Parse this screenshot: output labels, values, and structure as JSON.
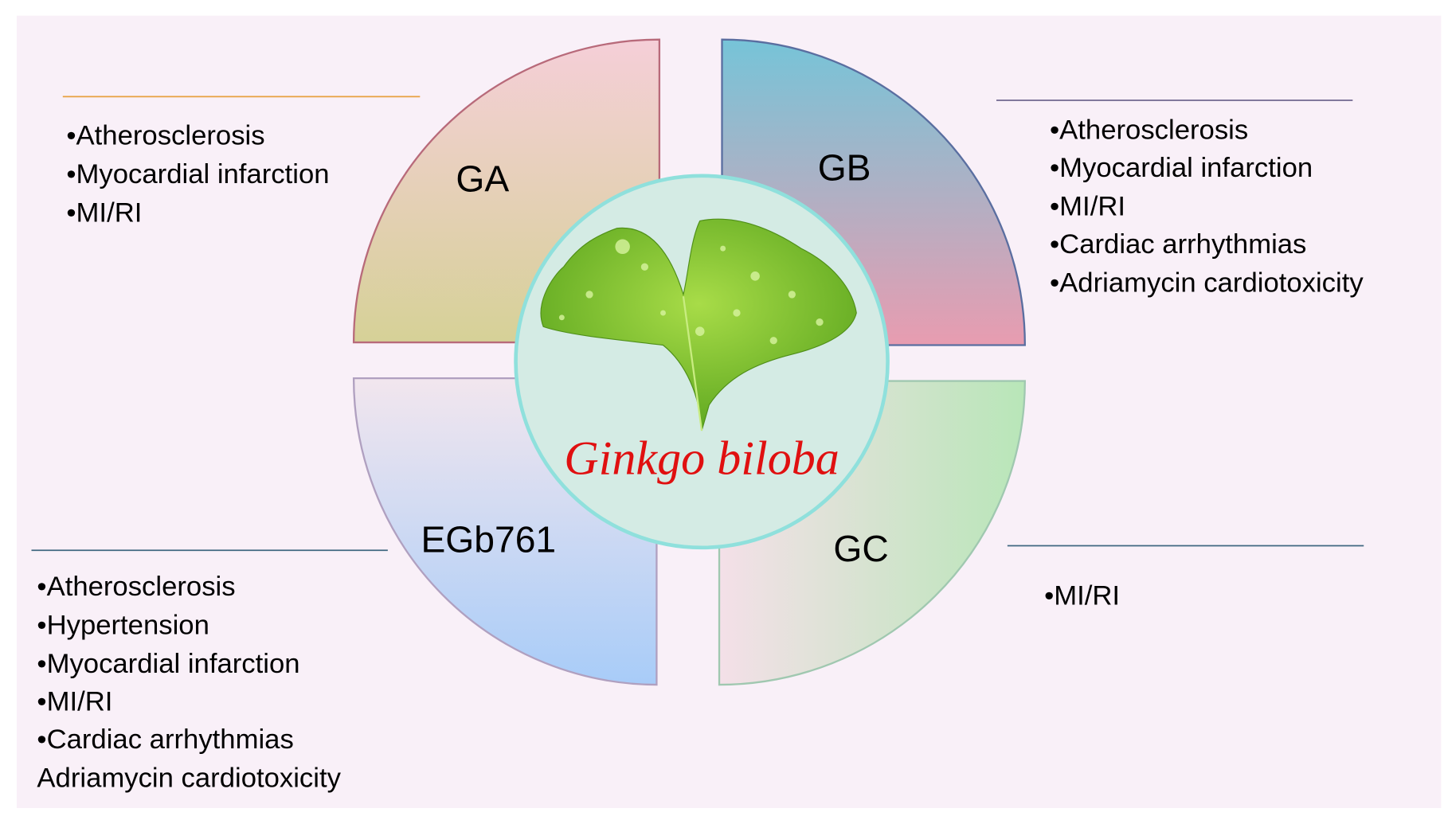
{
  "center": {
    "title": "Ginkgo biloba"
  },
  "quadrants": {
    "ga": {
      "label": "GA",
      "items": [
        "•Atherosclerosis",
        "•Myocardial infarction",
        "•MI/RI"
      ]
    },
    "gb": {
      "label": "GB",
      "items": [
        "•Atherosclerosis",
        "•Myocardial infarction",
        "•MI/RI",
        "•Cardiac arrhythmias",
        "•Adriamycin cardiotoxicity"
      ]
    },
    "egb": {
      "label": "EGb761",
      "items": [
        "•Atherosclerosis",
        "•Hypertension",
        "•Myocardial infarction",
        "•MI/RI",
        "•Cardiac arrhythmias",
        "Adriamycin cardiotoxicity"
      ]
    },
    "gc": {
      "label": "GC",
      "items": [
        "•MI/RI"
      ]
    }
  },
  "colors": {
    "background": "#f9f0f8",
    "title": "#e01010",
    "circle": "#d4ebe4",
    "circle_border": "#8fe0dc"
  }
}
